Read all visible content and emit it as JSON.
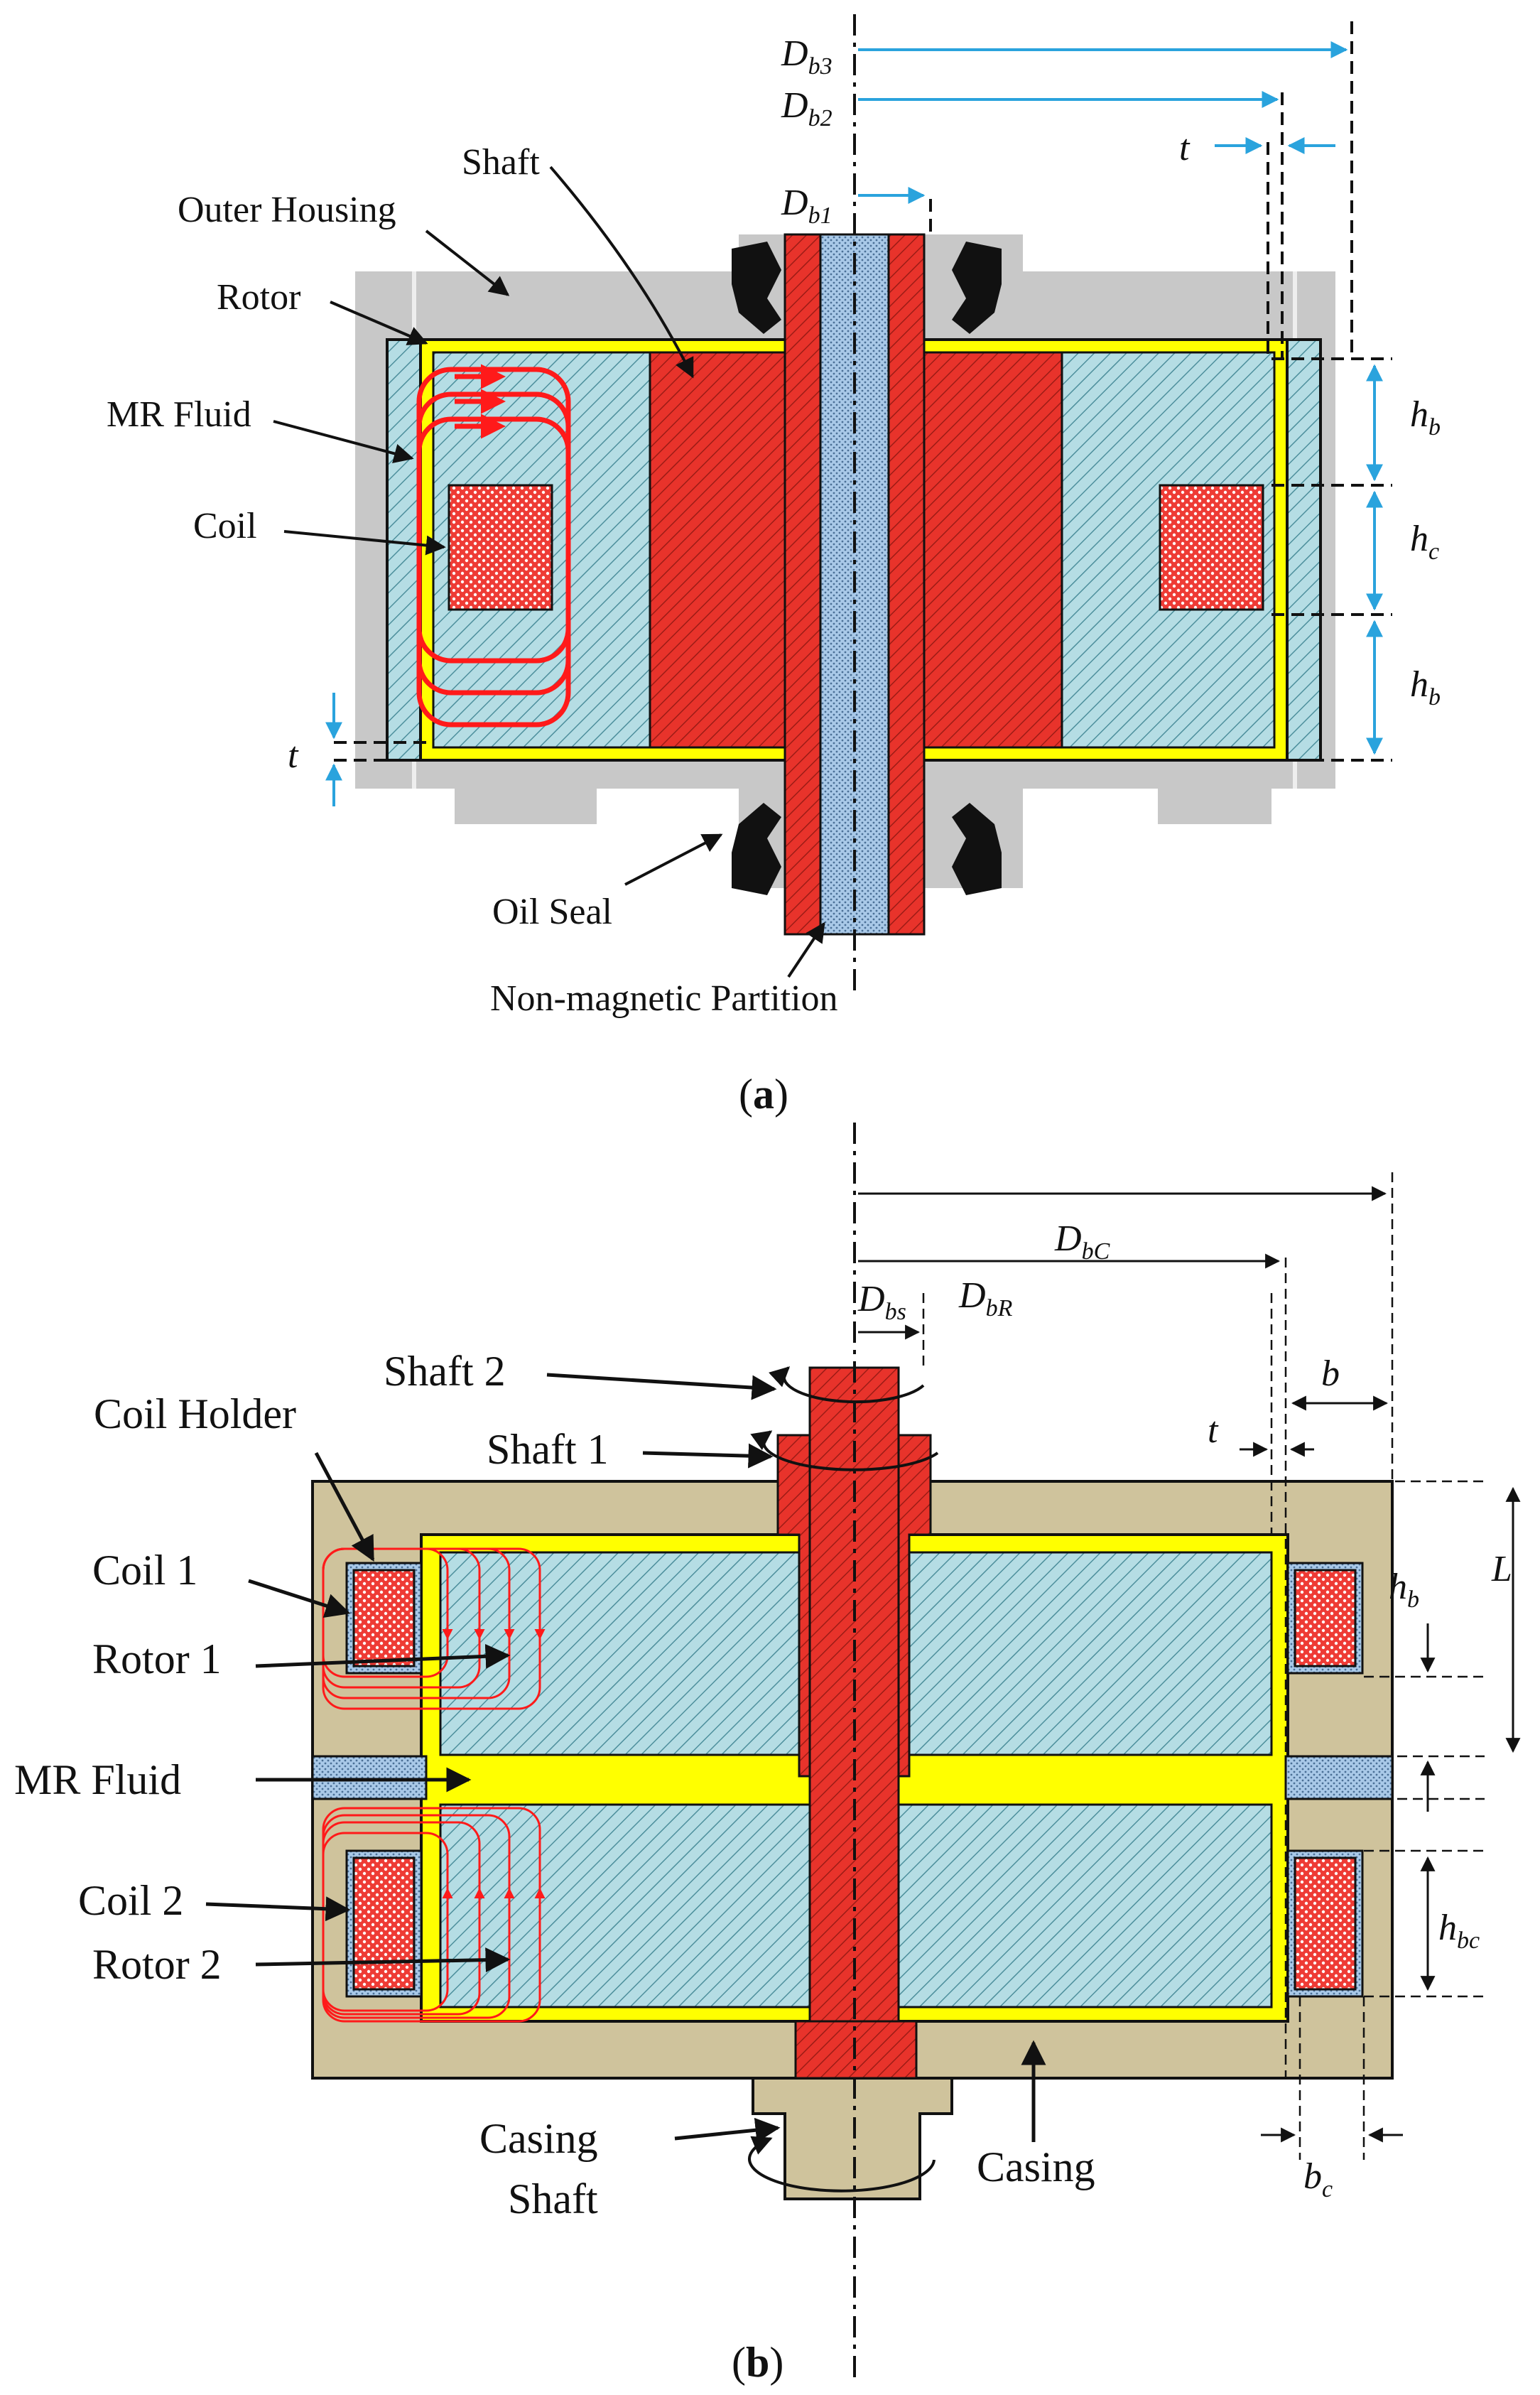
{
  "diagram_a": {
    "caption_letter": "a",
    "labels": {
      "outer_housing": "Outer Housing",
      "rotor": "Rotor",
      "mr_fluid": "MR Fluid",
      "coil": "Coil",
      "shaft": "Shaft",
      "oil_seal": "Oil Seal",
      "partition": "Non-magnetic Partition"
    },
    "dims": {
      "db3": {
        "main": "D",
        "sub": "b3"
      },
      "db2": {
        "main": "D",
        "sub": "b2"
      },
      "db1": {
        "main": "D",
        "sub": "b1"
      },
      "t_top": "t",
      "t_left": "t",
      "hb_top": {
        "main": "h",
        "sub": "b"
      },
      "hc": {
        "main": "h",
        "sub": "c"
      },
      "hb_bottom": {
        "main": "h",
        "sub": "b"
      }
    }
  },
  "diagram_b": {
    "caption_letter": "b",
    "labels": {
      "shaft2": "Shaft 2",
      "shaft1": "Shaft 1",
      "coil_holder": "Coil Holder",
      "coil1": "Coil 1",
      "rotor1": "Rotor 1",
      "mr_fluid": "MR Fluid",
      "coil2": "Coil 2",
      "rotor2": "Rotor 2",
      "casing_shaft_1": "Casing",
      "casing_shaft_2": "Shaft",
      "casing": "Casing"
    },
    "dims": {
      "dbc": {
        "main": "D",
        "sub": "bC"
      },
      "dbs": {
        "main": "D",
        "sub": "bs"
      },
      "dbr": {
        "main": "D",
        "sub": "bR"
      },
      "b": "b",
      "t": "t",
      "L": "L",
      "hb": {
        "main": "h",
        "sub": "b"
      },
      "hbc": {
        "main": "h",
        "sub": "bc"
      },
      "bc": {
        "main": "b",
        "sub": "c"
      }
    }
  },
  "colors": {
    "housing_gray": "#c8c8c8",
    "fluid_yellow": "#ffff00",
    "shaft_red": "#e8332b",
    "rotor_cyan": "#aad8e0",
    "partition_blue": "#a9c9e8",
    "casing_tan": "#cfc39c",
    "arrow_blue": "#2aa3dd",
    "flux_red": "#ff1a1a"
  }
}
